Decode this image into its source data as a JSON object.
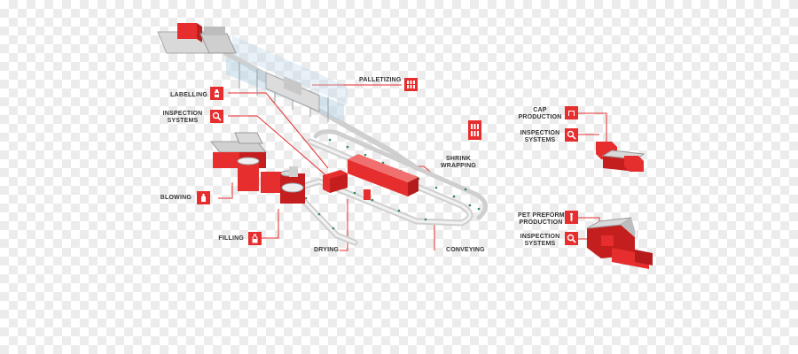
{
  "labels": {
    "palletizing": "PALLETIZING",
    "labelling": "LABELLING",
    "inspection_1": "INSPECTION",
    "systems_1": "SYSTEMS",
    "blowing": "BLOWING",
    "filling": "FILLING",
    "drying": "DRYING",
    "shrink": "SHRINK",
    "wrapping": "WRAPPING",
    "conveying": "CONVEYING",
    "cap": "CAP",
    "cap_production": "PRODUCTION",
    "inspection_2": "INSPECTION",
    "systems_2": "SYSTEMS",
    "pet_preform": "PET PREFORM",
    "pet_production": "PRODUCTION",
    "inspection_3": "INSPECTION",
    "systems_3": "SYSTEMS"
  },
  "icons": {
    "palletizing": "pallet-bottles-icon",
    "labelling": "bottle-label-icon",
    "inspection": "magnifier-icon",
    "blowing": "preform-bottle-icon",
    "filling": "bottle-fill-icon",
    "shrink_wrapping": "bottle-pack-icon",
    "cap_production": "cap-icon",
    "pet_preform": "preform-icon"
  },
  "colors": {
    "accent": "#e62e2e",
    "machine_dark": "#c41e1e",
    "conveyor": "#d7d7d7",
    "frame": "#9aa0a6",
    "glass": "#bcd7e8",
    "text": "#333333"
  }
}
